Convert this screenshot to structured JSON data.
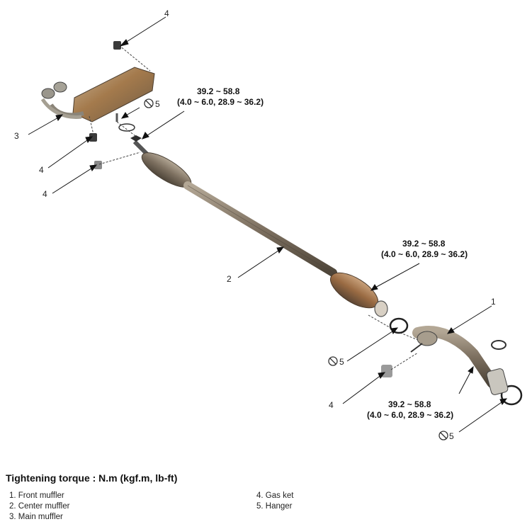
{
  "callouts": {
    "c_top_4": "4",
    "c_left_3": "3",
    "c_left_4a": "4",
    "c_left_4b": "4",
    "c_mid_2": "2",
    "c_right_1": "1",
    "c_bot_4": "4",
    "c_hanger_top_5": "5",
    "c_hanger_mid_5": "5",
    "c_hanger_bot_5": "5"
  },
  "torques": {
    "t1_line1": "39.2 ~ 58.8",
    "t1_line2": "(4.0 ~ 6.0, 28.9 ~ 36.2)",
    "t2_line1": "39.2 ~ 58.8",
    "t2_line2": "(4.0 ~ 6.0, 28.9 ~ 36.2)",
    "t3_line1": "39.2 ~ 58.8",
    "t3_line2": "(4.0 ~ 6.0, 28.9 ~ 36.2)"
  },
  "title": "Tightening torque : N.m (kgf.m, lb-ft)",
  "legend_left": [
    "1. Front muffler",
    "2. Center muffler",
    "3. Main muffler"
  ],
  "legend_right": [
    "4. Gas ket",
    "5. Hanger"
  ],
  "colors": {
    "metal": "#8a7a66",
    "rust": "#a0703e",
    "line": "#222222"
  }
}
